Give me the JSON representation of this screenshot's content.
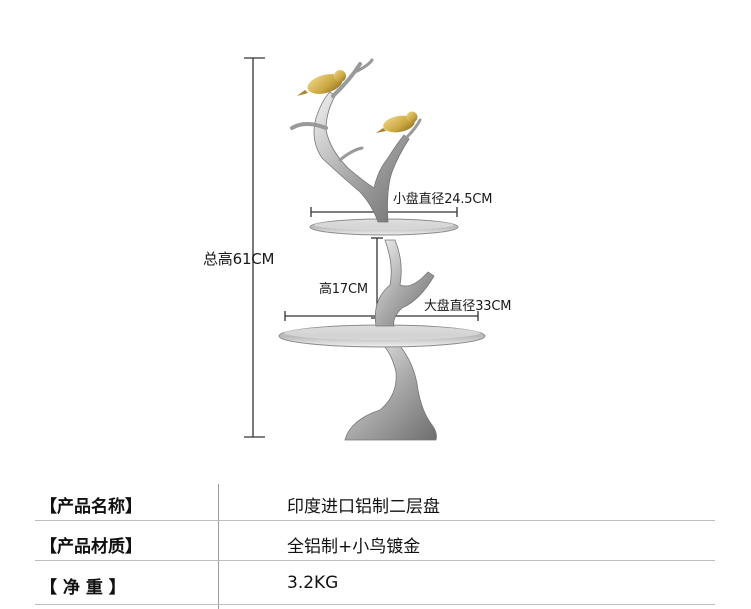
{
  "dimensions": {
    "total_height": "总高61CM",
    "small_tray": "小盘直径24.5CM",
    "tier_height": "高17CM",
    "large_tray": "大盘直径33CM"
  },
  "specs": [
    {
      "key": "【产品名称】",
      "value": "印度进口铝制二层盘"
    },
    {
      "key": "【产品材质】",
      "value": "全铝制+小鸟镀金"
    },
    {
      "key": "【 净   重 】",
      "value": "3.2KG"
    }
  ],
  "colors": {
    "silver": "#c9c9c9",
    "gold": "#c9a640",
    "line": "#333333"
  }
}
